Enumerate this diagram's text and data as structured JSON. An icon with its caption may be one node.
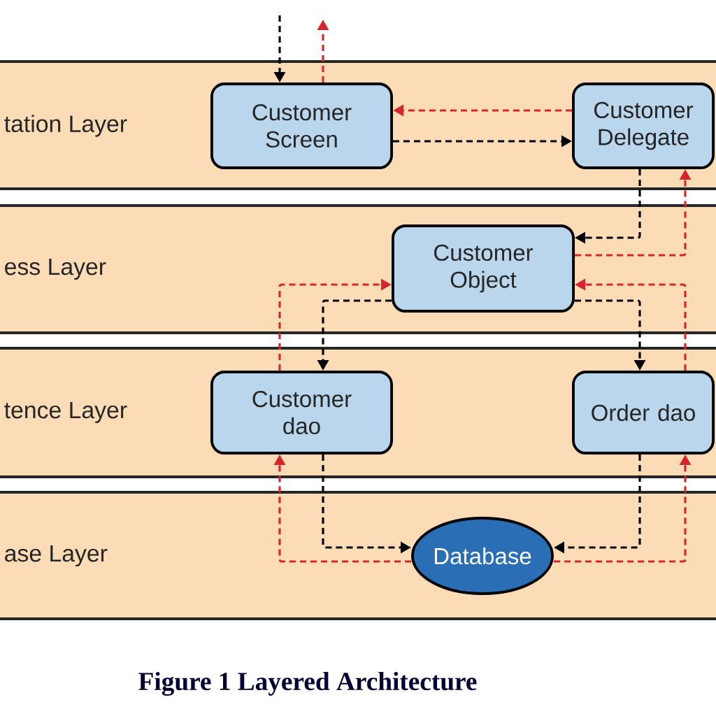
{
  "diagram": {
    "caption": "Figure 1 Layered Architecture",
    "nodes": [
      {
        "text": [
          "tation Layer"
        ]
      },
      {
        "text": [
          "Customer Screen"
        ],
        "in": 0
      },
      {
        "text": [
          "Customer Delegate"
        ],
        "in": 0
      },
      {
        "text": [
          "ess Layer"
        ]
      },
      {
        "text": [
          "Customer Object"
        ],
        "in": 3
      },
      {
        "text": [
          "tence Layer"
        ]
      },
      {
        "text": [
          "Customer dao"
        ],
        "in": 5
      },
      {
        "text": [
          "Order dao"
        ],
        "in": 5
      },
      {
        "text": [
          "ase Layer"
        ]
      },
      {
        "text": [
          "Database"
        ],
        "in": 8
      }
    ],
    "edges": [
      {
        "from": null,
        "to": 1,
        "arrow": "to",
        "style": "dashed",
        "color": "#000000"
      },
      {
        "from": 1,
        "to": null,
        "arrow": "to",
        "style": "dashed",
        "color": "#d4262c"
      },
      {
        "from": 2,
        "to": 1,
        "arrow": "to",
        "style": "dashed",
        "color": "#d4262c"
      },
      {
        "from": 1,
        "to": 2,
        "arrow": "to",
        "style": "dashed",
        "color": "#000000"
      },
      {
        "from": 2,
        "to": 4,
        "arrow": "to",
        "style": "dashed",
        "color": "#000000"
      },
      {
        "from": 4,
        "to": 2,
        "arrow": "to",
        "style": "dashed",
        "color": "#d4262c"
      },
      {
        "from": 6,
        "to": 4,
        "arrow": "to",
        "style": "dashed",
        "color": "#d4262c"
      },
      {
        "from": 4,
        "to": 6,
        "arrow": "to",
        "style": "dashed",
        "color": "#000000"
      },
      {
        "from": 4,
        "to": 7,
        "arrow": "to",
        "style": "dashed",
        "color": "#000000"
      },
      {
        "from": 7,
        "to": 4,
        "arrow": "to",
        "style": "dashed",
        "color": "#d4262c"
      },
      {
        "from": 6,
        "to": 9,
        "arrow": "to",
        "style": "dashed",
        "color": "#000000"
      },
      {
        "from": 9,
        "to": 6,
        "arrow": "to",
        "style": "dashed",
        "color": "#d4262c"
      },
      {
        "from": 7,
        "to": 9,
        "arrow": "to",
        "style": "dashed",
        "color": "#000000"
      },
      {
        "from": 9,
        "to": 7,
        "arrow": "to",
        "style": "dashed",
        "color": "#d4262c"
      }
    ]
  }
}
